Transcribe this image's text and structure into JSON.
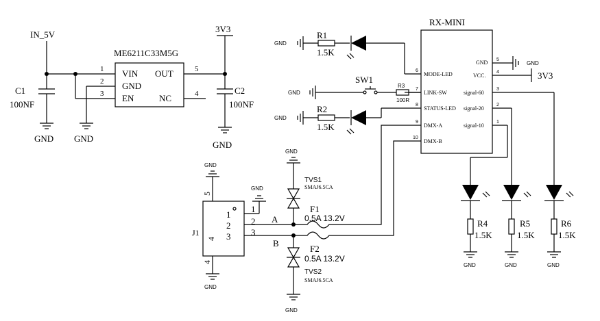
{
  "regulator": {
    "input_net": "IN_5V",
    "output_net": "3V3",
    "part": "ME6211C33M5G",
    "pins": {
      "vin": "VIN",
      "gnd": "GND",
      "en": "EN",
      "out": "OUT",
      "nc": "NC"
    },
    "pin_numbers": {
      "vin": "1",
      "gnd": "2",
      "en": "3",
      "nc": "4",
      "out": "5"
    },
    "c1_ref": "C1",
    "c1_value": "100NF",
    "c2_ref": "C2",
    "c2_value": "100NF",
    "gnd_label": "GND"
  },
  "module": {
    "name": "RX-MINI",
    "left_pins": [
      {
        "num": "6",
        "label": "MODE-LED"
      },
      {
        "num": "7",
        "label": "LINK-SW"
      },
      {
        "num": "8",
        "label": "STATUS-LED"
      },
      {
        "num": "9",
        "label": "DMX-A"
      },
      {
        "num": "10",
        "label": "DMX-B"
      }
    ],
    "right_pins": [
      {
        "num": "5",
        "label": "GND"
      },
      {
        "num": "4",
        "label": "VCC."
      },
      {
        "num": "3",
        "label": "signal-60"
      },
      {
        "num": "2",
        "label": "signal-20"
      },
      {
        "num": "1",
        "label": "signal-10"
      }
    ],
    "gnd_net": "GND",
    "vcc_net": "3V3"
  },
  "left_parts": {
    "r1_ref": "R1",
    "r1_value": "1.5K",
    "r2_ref": "R2",
    "r2_value": "1.5K",
    "r3_ref": "R3",
    "r3_value": "100R",
    "sw_ref": "SW1",
    "gnd_label": "GND"
  },
  "outputs": [
    {
      "ref": "R4",
      "value": "1.5K",
      "gnd": "GND"
    },
    {
      "ref": "R5",
      "value": "1.5K",
      "gnd": "GND"
    },
    {
      "ref": "R6",
      "value": "1.5K",
      "gnd": "GND"
    }
  ],
  "connector": {
    "ref": "J1",
    "pins": [
      "1",
      "2",
      "3",
      "4",
      "5"
    ],
    "gnd_label": "GND",
    "line_a": "A",
    "line_b": "B",
    "tvs1": "TVS1",
    "tvs1_part": "SMAJ6.5CA",
    "tvs2": "TVS2",
    "tvs2_part": "SMAJ6.5CA",
    "f1": "F1",
    "f1_rating": "0.5A 13.2V",
    "f2": "F2",
    "f2_rating": "0.5A 13.2V"
  }
}
